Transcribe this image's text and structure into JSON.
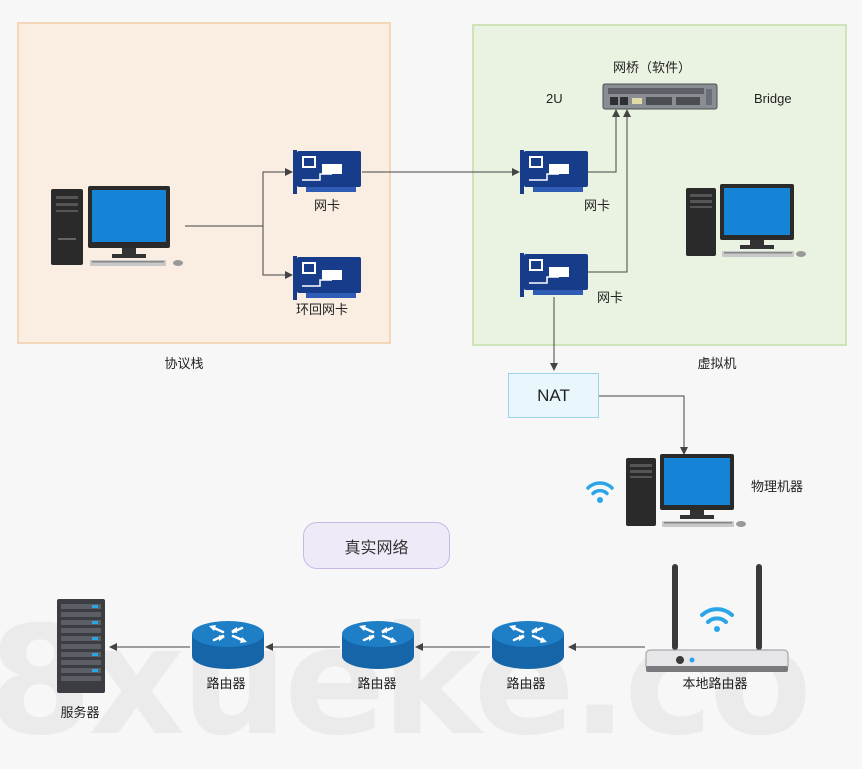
{
  "labels": {
    "nic_host_1": "网卡",
    "nic_host_loop": "环回网卡",
    "protocol_stack": "协议栈",
    "bridge_title": "网桥（软件）",
    "bridge_2u": "2U",
    "bridge_en": "Bridge",
    "nic_vm_1": "网卡",
    "nic_vm_2": "网卡",
    "vm": "虚拟机",
    "nat": "NAT",
    "physical_machine": "物理机器",
    "real_network": "真实网络",
    "router_1": "路由器",
    "router_2": "路由器",
    "router_3": "路由器",
    "local_router": "本地路由器",
    "server": "服务器"
  },
  "watermark": "8xueke.co",
  "colors": {
    "panel_left_fill": "#faeee2",
    "panel_right_fill": "#eaf2e1",
    "nic_blue": "#173d8a",
    "router_blue": "#1e7fc6",
    "wifi_blue": "#2aa6e8",
    "nat_border": "#9fd3e8",
    "real_net_fill": "#efeaf7"
  }
}
